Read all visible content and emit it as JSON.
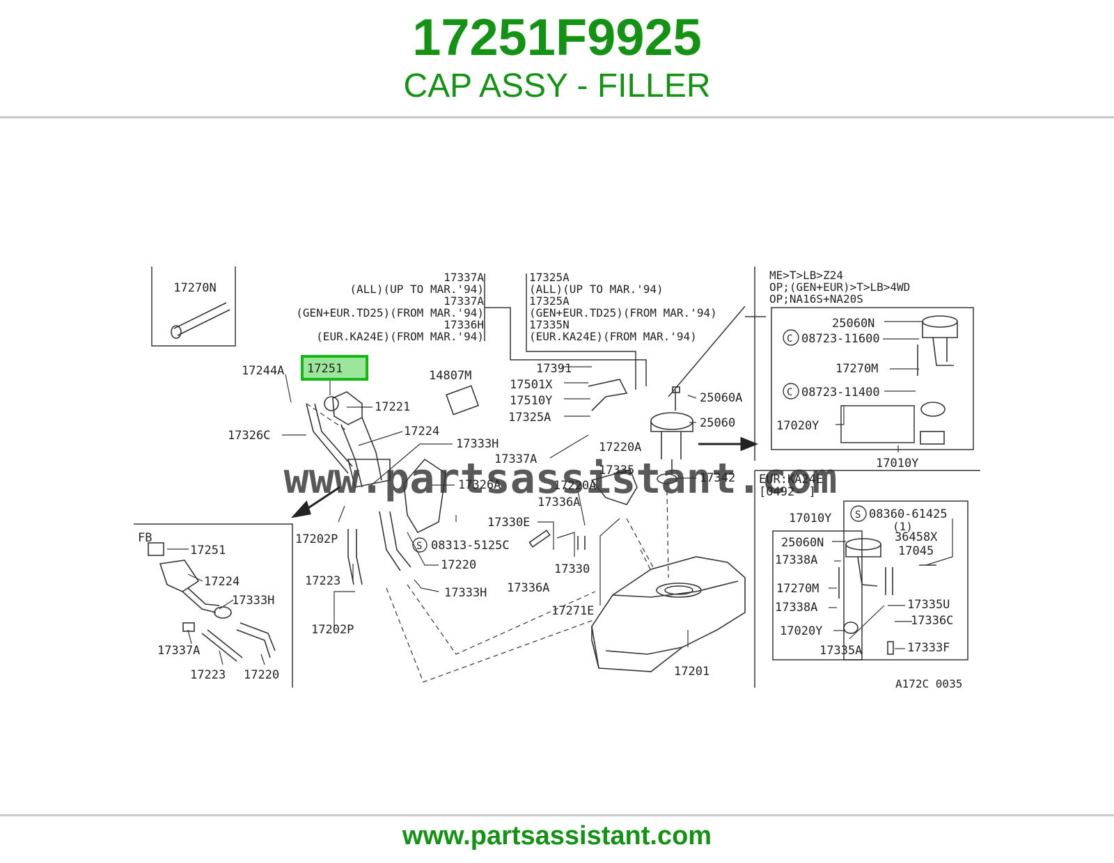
{
  "header": {
    "part_number": "17251F9925",
    "part_name": "CAP ASSY - FILLER"
  },
  "footer": {
    "url": "www.partsassistant.com"
  },
  "watermark": "www.partsassistant.com",
  "colors": {
    "brand_green": "#139213",
    "highlight_fill": "#9ce69c",
    "highlight_border": "#14b814"
  },
  "highlighted_part": "17251",
  "diagram": {
    "inset_top_left": {
      "label": "17270N"
    },
    "notes_left": [
      "17337A",
      "(ALL)(UP TO MAR.'94)",
      "17337A",
      "(GEN+EUR.TD25)(FROM MAR.'94)",
      "17336H",
      "(EUR.KA24E)(FROM MAR.'94)"
    ],
    "notes_mid": [
      "17325A",
      "(ALL)(UP TO MAR.'94)",
      "17325A",
      "(GEN+EUR.TD25)(FROM MAR.'94)",
      "17335N",
      "(EUR.KA24E)(FROM MAR.'94)"
    ],
    "notes_right": [
      "ME>T>LB>Z24",
      "OP;(GEN+EUR)>T>LB>4WD",
      "OP;NA16S+NA20S"
    ],
    "main_labels": {
      "p17244A": "17244A",
      "p17251": "17251",
      "p17221": "17221",
      "p14807M": "14807M",
      "p17326C": "17326C",
      "p17224": "17224",
      "p17333H_a": "17333H",
      "p17326A": "17326A",
      "p17202P_a": "17202P",
      "p17223": "17223",
      "p17202P_b": "17202P",
      "p17330E": "17330E",
      "s08313": "08313-5125C",
      "p17220": "17220",
      "p17333H_b": "17333H",
      "p17391": "17391",
      "p17501X": "17501X",
      "p17510Y": "17510Y",
      "p17325A": "17325A",
      "p17337A": "17337A",
      "p17220A_a": "17220A",
      "p17335": "17335",
      "p17220A_b": "17220A",
      "p17336A_a": "17336A",
      "p17330": "17330",
      "p17336A_b": "17336A",
      "p17271E": "17271E",
      "p17342": "17342",
      "p25060A": "25060A",
      "p25060": "25060",
      "p17201": "17201"
    },
    "fb_inset": {
      "title": "FB",
      "p17251": "17251",
      "p17224": "17224",
      "p17333H": "17333H",
      "p17337A": "17337A",
      "p17223": "17223",
      "p17220": "17220"
    },
    "right_top_inset": {
      "p25060N": "25060N",
      "c08723_11600": "08723-11600",
      "p17270M": "17270M",
      "c08723_11400": "08723-11400",
      "p17020Y": "17020Y",
      "p17010Y": "17010Y"
    },
    "right_bottom_inset": {
      "title_1": "EUR:KA24E",
      "title_2": "[0492-      ]",
      "p17010Y": "17010Y",
      "s08360": "08360-61425",
      "qty": "(1)",
      "p25060N": "25060N",
      "p36458X": "36458X",
      "p17045": "17045",
      "p17338A_a": "17338A",
      "p17270M": "17270M",
      "p17338A_b": "17338A",
      "p17335U": "17335U",
      "p17336C": "17336C",
      "p17020Y": "17020Y",
      "p17335A": "17335A",
      "p17333F": "17333F"
    },
    "drawing_code": "A172C 0035"
  }
}
